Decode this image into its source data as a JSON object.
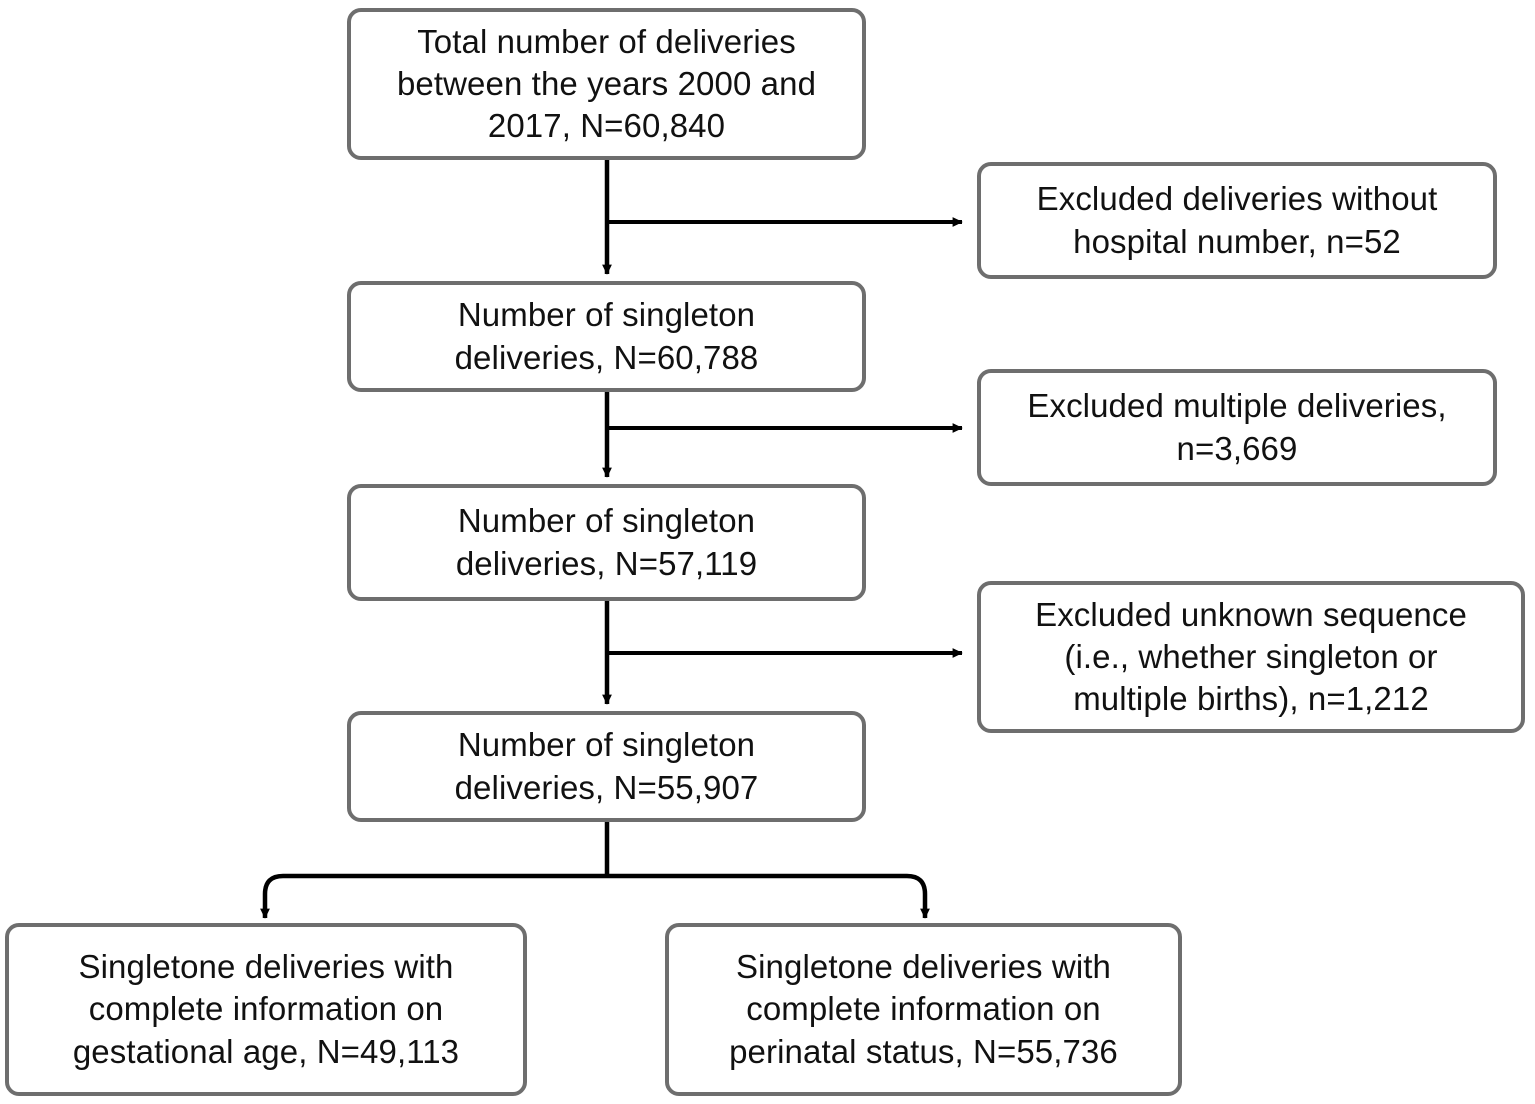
{
  "chart_data": {
    "type": "diagram",
    "diagram_kind": "flowchart",
    "title": "",
    "orientation": "top-to-bottom",
    "nodes": [
      {
        "id": "total",
        "label": "Total number of deliveries\nbetween the years 2000 and\n2017, N=60,840",
        "n_label": "N=60,840",
        "value": 60840,
        "role": "start"
      },
      {
        "id": "singleton-60788",
        "label": "Number of singleton\ndeliveries, N=60,788",
        "n_label": "N=60,788",
        "value": 60788,
        "role": "step"
      },
      {
        "id": "singleton-57119",
        "label": "Number of singleton\ndeliveries, N=57,119",
        "n_label": "N=57,119",
        "value": 57119,
        "role": "step"
      },
      {
        "id": "singleton-55907",
        "label": "Number of singleton\ndeliveries, N=55,907",
        "n_label": "N=55,907",
        "value": 55907,
        "role": "step"
      },
      {
        "id": "excluded-no-hospital",
        "label": "Excluded deliveries without\nhospital number, n=52",
        "n_label": "n=52",
        "value": 52,
        "role": "exclusion"
      },
      {
        "id": "excluded-multiple",
        "label": "Excluded multiple deliveries,\nn=3,669",
        "n_label": "n=3,669",
        "value": 3669,
        "role": "exclusion"
      },
      {
        "id": "excluded-unknown-sequence",
        "label": "Excluded unknown sequence\n(i.e., whether singleton or\nmultiple births), n=1,212",
        "n_label": "n=1,212",
        "value": 1212,
        "role": "exclusion"
      },
      {
        "id": "final-gestational-age",
        "label": "Singletone deliveries with\ncomplete information on\ngestational age, N=49,113",
        "n_label": "N=49,113",
        "value": 49113,
        "role": "outcome"
      },
      {
        "id": "final-perinatal-status",
        "label": "Singletone deliveries with\ncomplete information on\nperinatal status, N=55,736",
        "n_label": "N=55,736",
        "value": 55736,
        "role": "outcome"
      }
    ],
    "edges": [
      {
        "from": "total",
        "to": "singleton-60788",
        "kind": "flow"
      },
      {
        "from": "total",
        "to": "excluded-no-hospital",
        "kind": "exclusion-branch"
      },
      {
        "from": "singleton-60788",
        "to": "singleton-57119",
        "kind": "flow"
      },
      {
        "from": "singleton-60788",
        "to": "excluded-multiple",
        "kind": "exclusion-branch"
      },
      {
        "from": "singleton-57119",
        "to": "singleton-55907",
        "kind": "flow"
      },
      {
        "from": "singleton-57119",
        "to": "excluded-unknown-sequence",
        "kind": "exclusion-branch"
      },
      {
        "from": "singleton-55907",
        "to": "final-gestational-age",
        "kind": "split"
      },
      {
        "from": "singleton-55907",
        "to": "final-perinatal-status",
        "kind": "split"
      }
    ],
    "colors": {
      "box_border": "#6e6e6e",
      "box_fill": "#ffffff",
      "connector": "#000000",
      "text": "#111111",
      "background": "#ffffff"
    }
  }
}
